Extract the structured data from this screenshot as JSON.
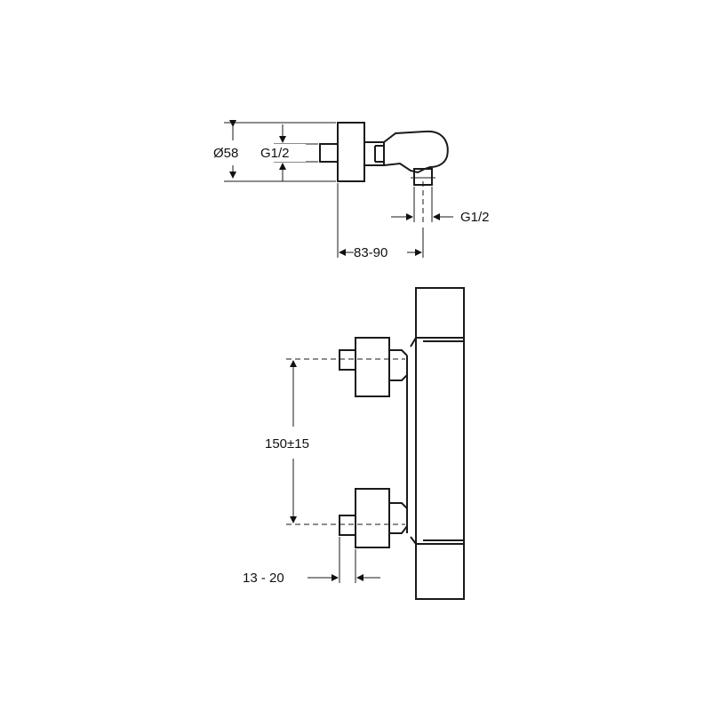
{
  "top_view": {
    "dim_diameter": "Ø58",
    "dim_inlet_thread": "G1/2",
    "dim_outlet_thread": "G1/2",
    "dim_depth": "83-90"
  },
  "front_view": {
    "dim_center_distance": "150±15",
    "dim_offset": "13 - 20"
  }
}
